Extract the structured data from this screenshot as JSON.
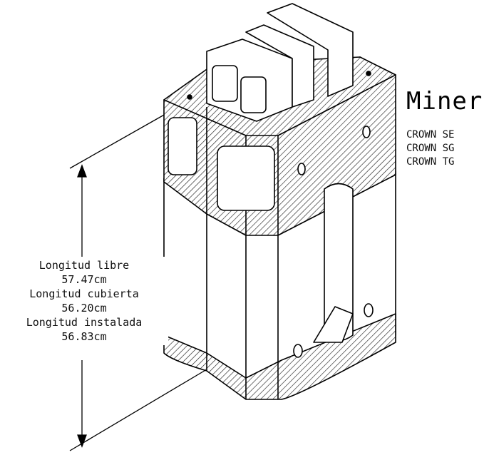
{
  "title": "Miner",
  "models": [
    "CROWN SE",
    "CROWN SG",
    "CROWN TG"
  ],
  "dimensions": [
    {
      "label": "Longitud libre",
      "value": "57.47cm"
    },
    {
      "label": "Longitud cubierta",
      "value": "56.20cm"
    },
    {
      "label": "Longitud instalada",
      "value": "56.83cm"
    }
  ],
  "colors": {
    "line": "#000000",
    "hatch": "#333333",
    "background": "#ffffff"
  }
}
